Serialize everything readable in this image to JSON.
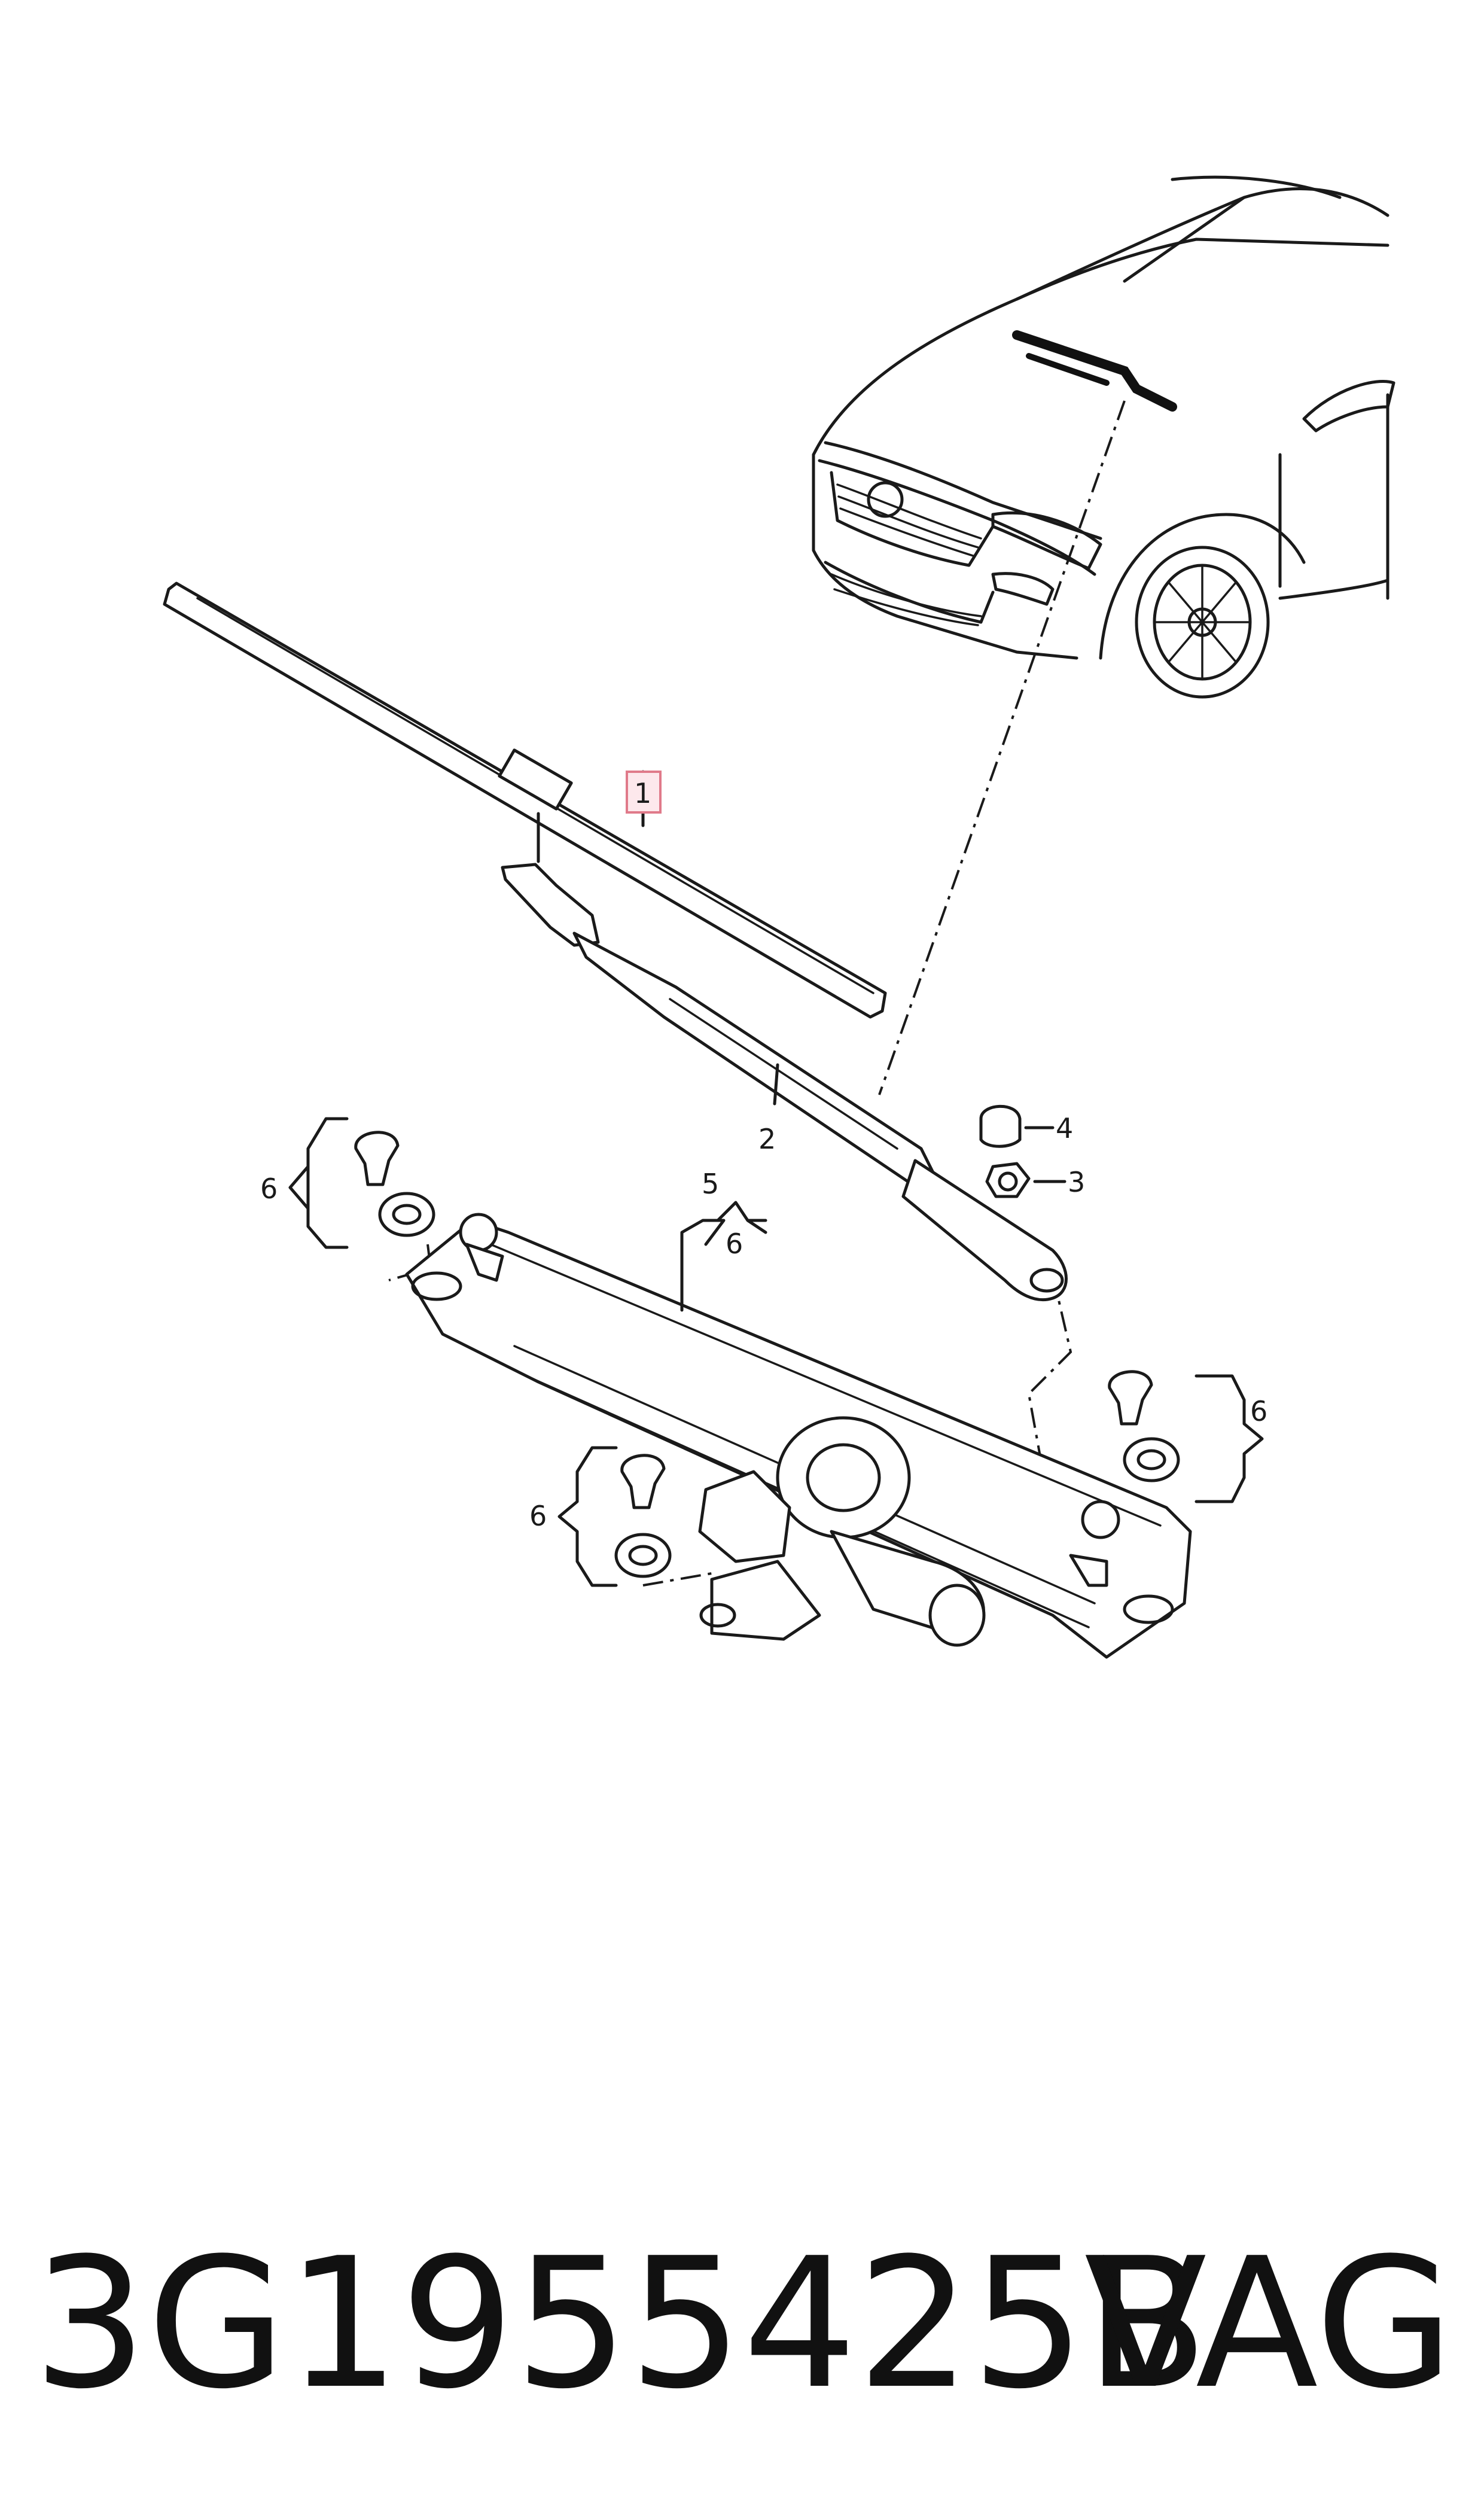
{
  "callouts": {
    "c1": "1",
    "c2": "2",
    "c3": "3",
    "c4": "4",
    "c5": "5",
    "c6a": "6",
    "c6b": "6",
    "c6c": "6",
    "c6d": "6"
  },
  "highlight_color": "#e07a8a",
  "footer": {
    "part_number": "3G1955425B",
    "brand": "VAG"
  }
}
